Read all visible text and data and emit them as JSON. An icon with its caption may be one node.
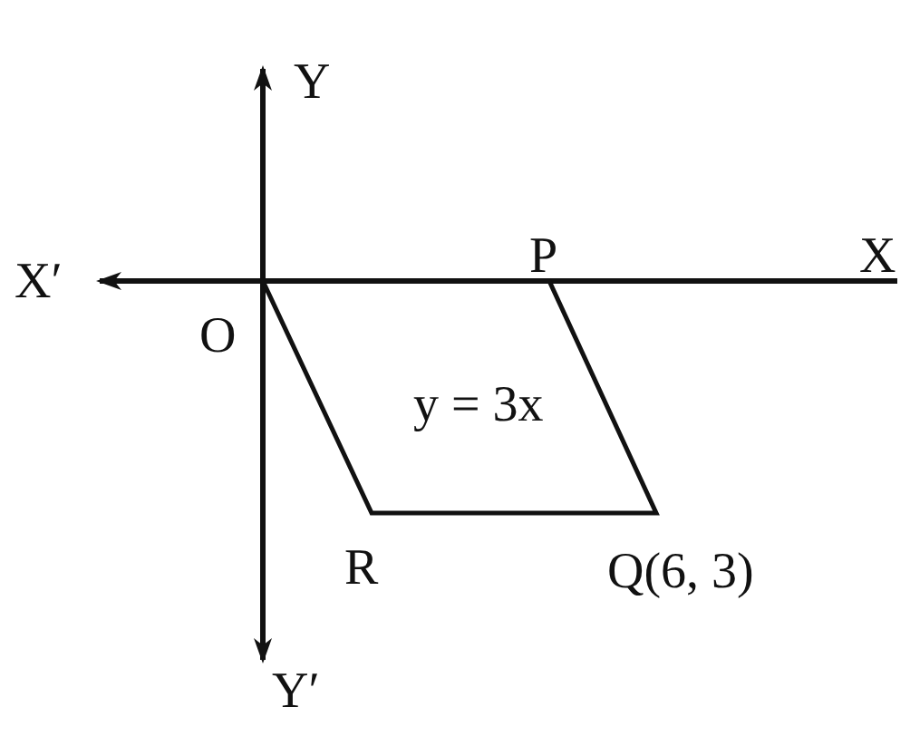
{
  "diagram": {
    "labels": [
      "Y",
      "X′",
      "P",
      "X",
      "O",
      "y = 3x",
      "R",
      "Q(6, 3)",
      "Y′"
    ]
  }
}
